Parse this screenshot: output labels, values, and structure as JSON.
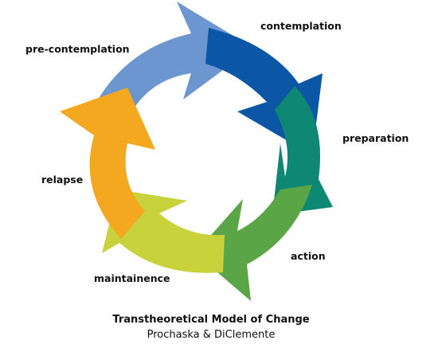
{
  "stages": [
    {
      "label": "contemplation",
      "color": "#0b57a6"
    },
    {
      "label": "preparation",
      "color": "#0e8872"
    },
    {
      "label": "action",
      "color": "#5aa646"
    },
    {
      "label": "maintainence",
      "color": "#c8d23a"
    },
    {
      "label": "relapse",
      "color": "#f3a81f"
    },
    {
      "label": "pre-contemplation",
      "color": "#6b96cf"
    }
  ],
  "caption": {
    "title": "Transtheoretical Model of Change",
    "subtitle": "Prochaska & DiClemente"
  }
}
